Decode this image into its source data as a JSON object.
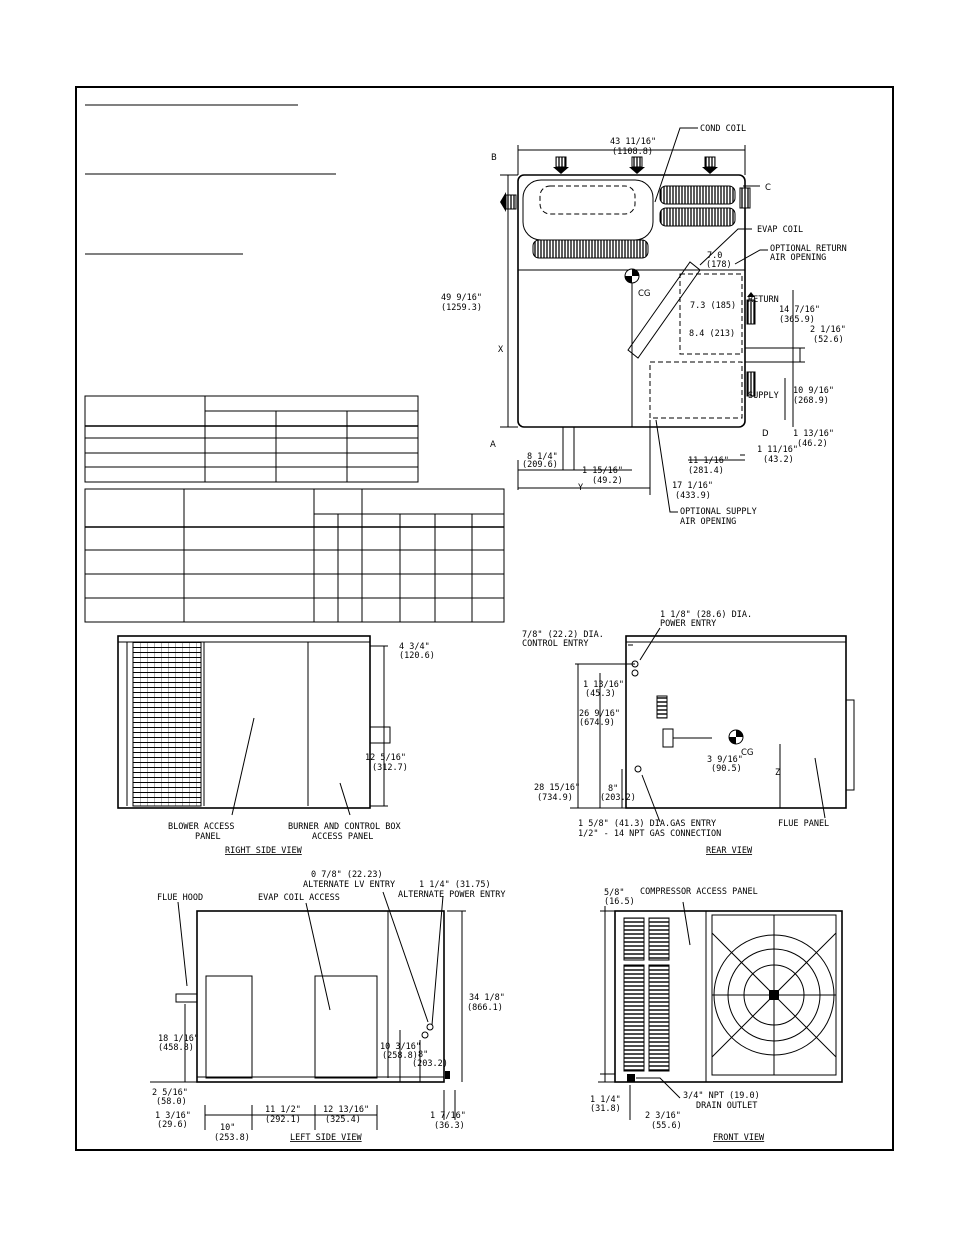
{
  "top_view": {
    "width_in": "43 11/16\"",
    "width_mm": "(1108.8)",
    "height_in": "49 9/16\"",
    "height_mm": "(1259.3)",
    "cond_coil": "COND COIL",
    "evap_coil": "EVAP COIL",
    "optional_return": [
      "OPTIONAL RETURN",
      "AIR OPENING"
    ],
    "optional_supply": [
      "OPTIONAL SUPPLY",
      "AIR OPENING"
    ],
    "return": "RETURN",
    "supply": "SUPPLY",
    "cg": "CG",
    "corner_a": "A",
    "corner_b": "B",
    "corner_c": "C",
    "corner_d": "D",
    "x": "X",
    "y": "Y",
    "d_7_0": "7.0",
    "d_7_0_mm": "(178)",
    "d_7_3": "7.3 (185)",
    "d_8_4": "8.4 (213)",
    "d_14": "14 7/16\"",
    "d_14_mm": "(365.9)",
    "d_2": "2 1/16\"",
    "d_2_mm": "(52.6)",
    "d_10": "10 9/16\"",
    "d_10_mm": "(268.9)",
    "d_1_13": "1 13/16\"",
    "d_1_13_mm": "(46.2)",
    "d_1_11": "1 11/16\"",
    "d_1_11_mm": "(43.2)",
    "d_11": "11 1/16\"",
    "d_11_mm": "(281.4)",
    "d_17": "17 1/16\"",
    "d_17_mm": "(433.9)",
    "d_8": "8 1/4\"",
    "d_8_mm": "(209.6)",
    "d_1_15": "1 15/16\"",
    "d_1_15_mm": "(49.2)"
  },
  "right_side": {
    "caption": "RIGHT SIDE VIEW",
    "blower": [
      "BLOWER ACCESS",
      "PANEL"
    ],
    "burner": [
      "BURNER AND CONTROL BOX",
      "ACCESS PANEL"
    ],
    "d_4": "4 3/4\"",
    "d_4_mm": "(120.6)",
    "d_12": "12 5/16\"",
    "d_12_mm": "(312.7)"
  },
  "rear": {
    "caption": "REAR VIEW",
    "power": [
      "1 1/8\" (28.6) DIA.",
      "POWER ENTRY"
    ],
    "control": [
      "7/8\" (22.2) DIA.",
      "CONTROL ENTRY"
    ],
    "d_1_13": "1 13/16\"",
    "d_1_13_mm": "(45.3)",
    "d_26": "26 9/16\"",
    "d_26_mm": "(674.9)",
    "d_28": "28 15/16\"",
    "d_28_mm": "(734.9)",
    "d_8": "8\"",
    "d_8_mm": "(203.2)",
    "d_3": "3 9/16\"",
    "d_3_mm": "(90.5)",
    "cg": "CG",
    "z": "Z",
    "gas": [
      "1 5/8\" (41.3) DIA.GAS ENTRY",
      "1/2\" - 14 NPT GAS CONNECTION"
    ],
    "flue_panel": "FLUE PANEL"
  },
  "left_side": {
    "caption": "LEFT SIDE VIEW",
    "flue_hood": "FLUE HOOD",
    "evap_access": "EVAP COIL ACCESS",
    "alt_lv": [
      "0 7/8\" (22.23)",
      "ALTERNATE LV ENTRY"
    ],
    "alt_power": [
      "1 1/4\" (31.75)",
      "ALTERNATE POWER ENTRY"
    ],
    "d_34": "34 1/8\"",
    "d_34_mm": "(866.1)",
    "d_18": "18 1/16\"",
    "d_18_mm": "(458.8)",
    "d_10_3": "10 3/16\"",
    "d_10_3_mm": "(258.8)",
    "d_8": "8\"",
    "d_8_mm": "(203.2)",
    "d_2_5": "2 5/16\"",
    "d_2_5_mm": "(58.0)",
    "d_1_3": "1 3/16\"",
    "d_1_3_mm": "(29.6)",
    "d_10": "10\"",
    "d_10_mm": "(253.8)",
    "d_11": "11 1/2\"",
    "d_11_mm": "(292.1)",
    "d_12": "12 13/16\"",
    "d_12_mm": "(325.4)",
    "d_1_7": "1 7/16\"",
    "d_1_7_mm": "(36.3)"
  },
  "front": {
    "caption": "FRONT VIEW",
    "compressor": "COMPRESSOR ACCESS PANEL",
    "d_5_8": "5/8\"",
    "d_5_8_mm": "(16.5)",
    "drain": [
      "3/4\" NPT (19.0)",
      "DRAIN OUTLET"
    ],
    "d_1_4": "1 1/4\"",
    "d_1_4_mm": "(31.8)",
    "d_2_3": "2 3/16\"",
    "d_2_3_mm": "(55.6)"
  }
}
